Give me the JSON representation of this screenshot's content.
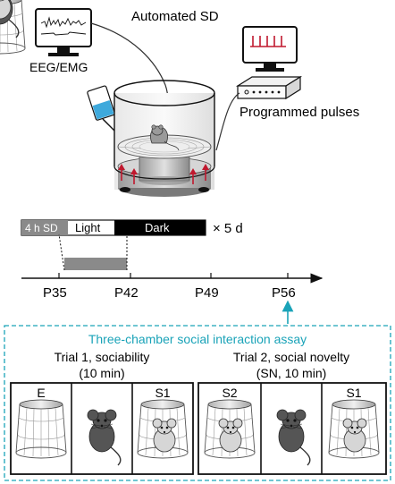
{
  "setup": {
    "title": "Automated SD",
    "eeg_label": "EEG/EMG",
    "pulses_label": "Programmed pulses"
  },
  "schedule": {
    "sd_label": "4 h SD",
    "light_label": "Light",
    "dark_label": "Dark",
    "repeat_label": "× 5 d"
  },
  "timeline": {
    "ticks": [
      "P35",
      "P42",
      "P49",
      "P56"
    ]
  },
  "assay": {
    "title": "Three-chamber social interaction assay",
    "trial1_title": "Trial 1, sociability",
    "trial1_duration": "(10 min)",
    "trial2_title": "Trial 2, social novelty",
    "trial2_duration": "(SN, 10 min)",
    "trial1_left": "E",
    "trial1_right": "S1",
    "trial2_left": "S2",
    "trial2_right": "S1"
  },
  "colors": {
    "arrow_red": "#c0182e",
    "assay_teal": "#1aa3b8",
    "water_blue": "#3ea9dc",
    "sd_bar": "#8a8a8a",
    "dark_bar": "#000000"
  }
}
